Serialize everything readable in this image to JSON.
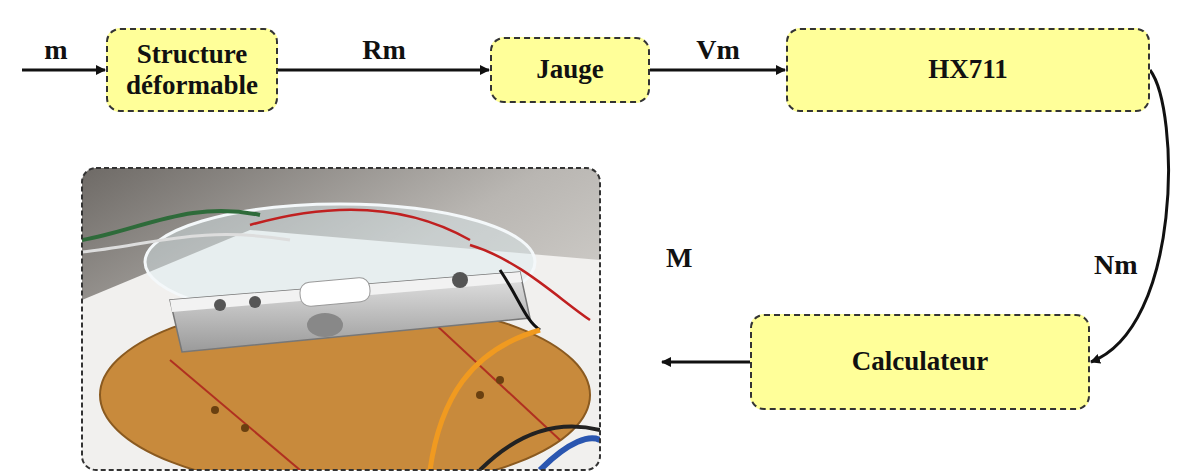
{
  "diagram": {
    "nodes": [
      {
        "text": [
          "Structure déformable"
        ]
      },
      {
        "text": [
          "Jauge"
        ]
      },
      {
        "text": [
          "HX711"
        ]
      },
      {
        "text": [
          "Calculateur"
        ]
      }
    ],
    "edges": [
      {
        "from": 0,
        "to": 1,
        "arrow": "to",
        "label": "Rm"
      },
      {
        "from": 1,
        "to": 2,
        "arrow": "to",
        "label": "Vm"
      },
      {
        "from": 2,
        "to": 3,
        "arrow": "to",
        "label": "Nm"
      }
    ],
    "labels": [
      "m",
      "M"
    ]
  }
}
